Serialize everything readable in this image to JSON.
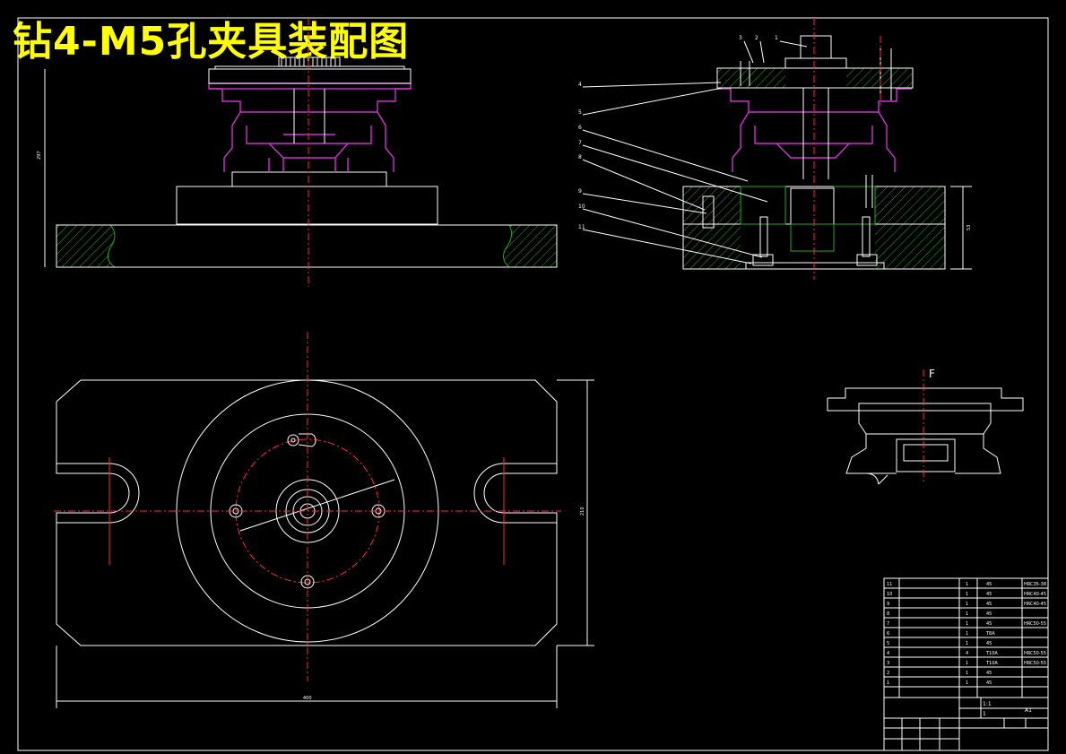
{
  "title": "钻4-M5孔夹具装配图",
  "view_label_f": "F",
  "part_callouts": [
    "1",
    "2",
    "3",
    "4",
    "5",
    "6",
    "7",
    "8",
    "9",
    "10",
    "11"
  ],
  "dimensions": {
    "plan_width": "400",
    "plan_height": "210",
    "side_height": "53"
  },
  "bom_rows": [
    {
      "no": "11",
      "qty": "1",
      "mat": "45",
      "note": "HRC35-38"
    },
    {
      "no": "10",
      "qty": "1",
      "mat": "45",
      "note": "HRC40-45"
    },
    {
      "no": "9",
      "qty": "1",
      "mat": "45",
      "note": "HRC40-45"
    },
    {
      "no": "8",
      "qty": "1",
      "mat": "45",
      "note": ""
    },
    {
      "no": "7",
      "qty": "1",
      "mat": "45",
      "note": "HRC50-55"
    },
    {
      "no": "6",
      "qty": "1",
      "mat": "T8A",
      "note": ""
    },
    {
      "no": "5",
      "qty": "1",
      "mat": "45",
      "note": ""
    },
    {
      "no": "4",
      "qty": "4",
      "mat": "T10A",
      "note": "HRC50-55"
    },
    {
      "no": "3",
      "qty": "1",
      "mat": "T10A",
      "note": "HRC50-55"
    },
    {
      "no": "2",
      "qty": "1",
      "mat": "45",
      "note": ""
    },
    {
      "no": "1",
      "qty": "1",
      "mat": "45",
      "note": ""
    }
  ],
  "title_block": {
    "scale_value": "1:1",
    "sheet_value": "1",
    "size": "A1"
  }
}
